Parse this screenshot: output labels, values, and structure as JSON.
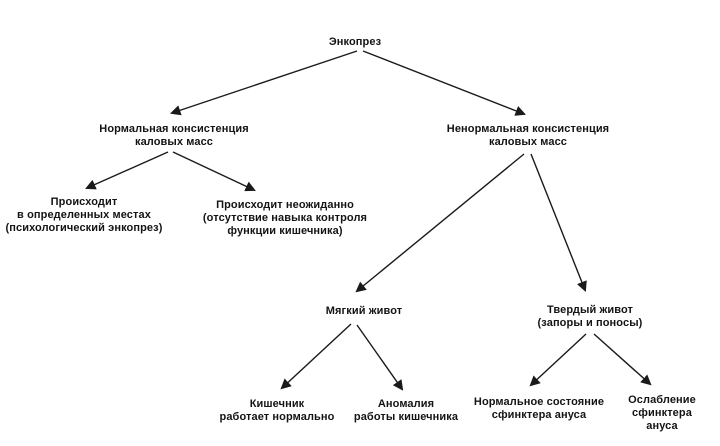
{
  "diagram": {
    "type": "tree",
    "title": "Энкопрез",
    "nodes": {
      "root": {
        "label": "Энкопрез"
      },
      "normal": {
        "label": "Нормальная консистенция\nкаловых масс"
      },
      "abnormal": {
        "label": "Ненормальная консистенция\nкаловых масс"
      },
      "places": {
        "label": "Происходит\nв определенных местах\n(психологический энкопрез)"
      },
      "unexpected": {
        "label": "Происходит неожиданно\n(отсутствие навыка контроля\nфункции кишечника)"
      },
      "soft": {
        "label": "Мягкий живот"
      },
      "hard": {
        "label": "Твердый живот\n(запоры и поносы)"
      },
      "bowel_normal": {
        "label": "Кишечник\nработает нормально"
      },
      "bowel_anomaly": {
        "label": "Аномалия\nработы кишечника"
      },
      "sphincter_normal": {
        "label": "Нормальное состояние\nсфинктера ануса"
      },
      "sphincter_weak": {
        "label": "Ослабление\nсфинктера ануса"
      }
    },
    "edges": [
      {
        "from": "root",
        "to": "normal"
      },
      {
        "from": "root",
        "to": "abnormal"
      },
      {
        "from": "normal",
        "to": "places"
      },
      {
        "from": "normal",
        "to": "unexpected"
      },
      {
        "from": "abnormal",
        "to": "soft"
      },
      {
        "from": "abnormal",
        "to": "hard"
      },
      {
        "from": "soft",
        "to": "bowel_normal"
      },
      {
        "from": "soft",
        "to": "bowel_anomaly"
      },
      {
        "from": "hard",
        "to": "sphincter_normal"
      },
      {
        "from": "hard",
        "to": "sphincter_weak"
      }
    ],
    "colors": {
      "line": "#1a1a1a",
      "text": "#141414",
      "background": "#ffffff"
    }
  }
}
